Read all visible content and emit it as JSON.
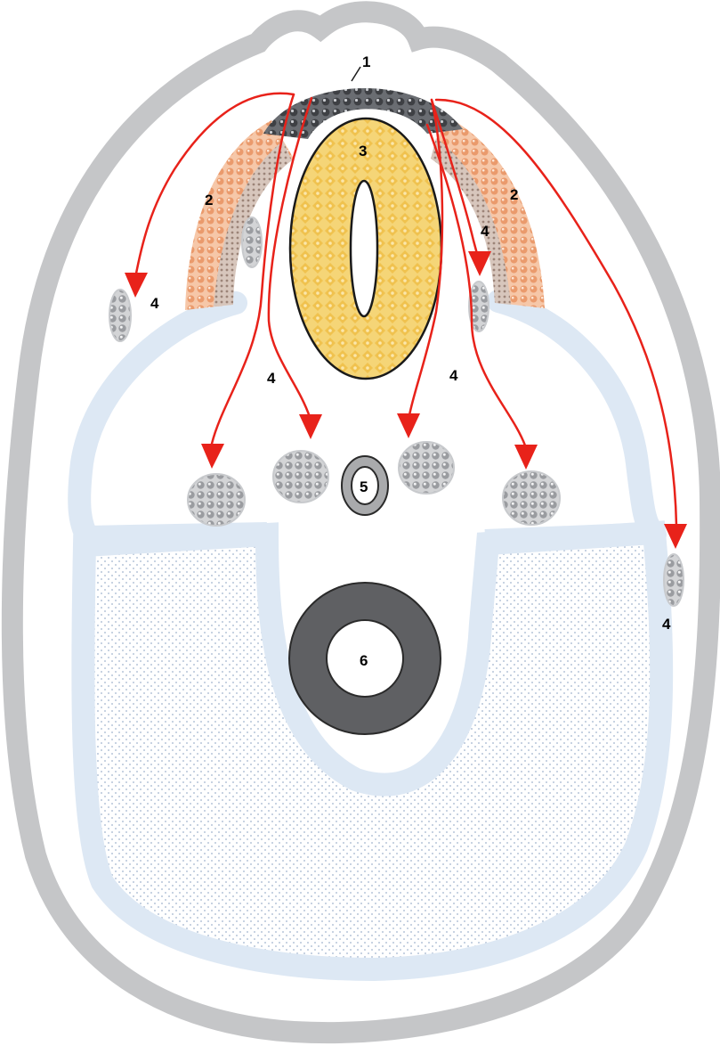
{
  "labels": {
    "l1": "1",
    "l2_left": "2",
    "l2_right": "2",
    "l3": "3",
    "l4_far_left": "4",
    "l4_center_left": "4",
    "l4_upper_right": "4",
    "l4_center_right": "4",
    "l4_far_right": "4",
    "l5": "5",
    "l6": "6"
  },
  "colors": {
    "outer_ring": "#c5c6c8",
    "membrane": "#dde8f4",
    "dotted_fill": "#c9d6e6",
    "arrow": "#e8221a",
    "dark_band": "#55585c",
    "orange_band": "#f1b48d",
    "brown_band": "#c8b2a6",
    "yellow_body": "#f3cf6a",
    "grey_node": "#b3b5b8",
    "ring_dark": "#5f6063",
    "ring_light": "#a9aaac"
  }
}
